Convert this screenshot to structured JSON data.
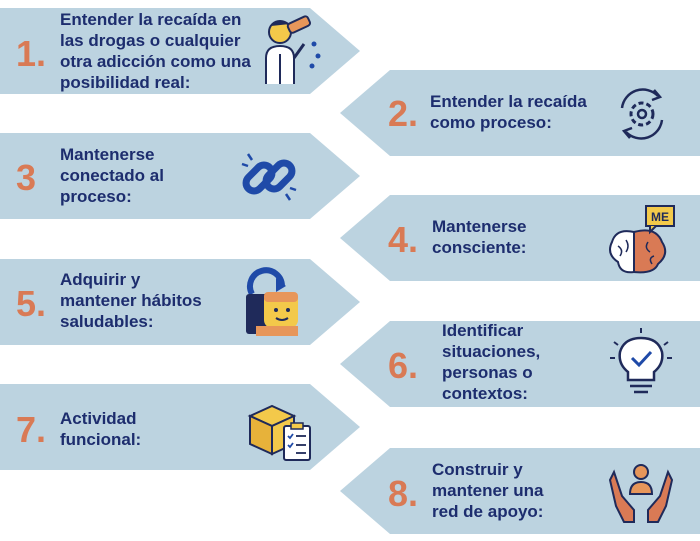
{
  "steps": [
    {
      "number": "1.",
      "lines": [
        "Entender la recaída en",
        "las drogas o cualquier",
        "otra adicción como una",
        "posibilidad real:"
      ]
    },
    {
      "number": "2.",
      "lines": [
        "Entender la recaída",
        "como proceso:"
      ]
    },
    {
      "number": "3",
      "lines": [
        "Mantenerse",
        "conectado al",
        "proceso:"
      ]
    },
    {
      "number": "4.",
      "lines": [
        "Mantenerse",
        "consciente:"
      ]
    },
    {
      "number": "5.",
      "lines": [
        "Adquirir y",
        "mantener hábitos",
        "saludables:"
      ]
    },
    {
      "number": "6.",
      "lines": [
        "Identificar",
        "situaciones,",
        "personas o",
        "contextos:"
      ]
    },
    {
      "number": "7.",
      "lines": [
        "Actividad",
        "funcional:"
      ]
    },
    {
      "number": "8.",
      "lines": [
        "Construir y",
        "mantener una",
        "red de apoyo:"
      ]
    }
  ],
  "brain_tag": "ME",
  "colors": {
    "band": "#bcd3e0",
    "number": "#d97a55",
    "text": "#1d2d6e",
    "icon_blue": "#1f4aa8",
    "icon_orange": "#e7965a",
    "icon_yellow": "#f3c94a"
  },
  "icons": [
    "person-drinking-icon",
    "gear-cycle-icon",
    "chain-link-icon",
    "brain-icon",
    "head-habits-icon",
    "lightbulb-check-icon",
    "box-clipboard-icon",
    "hands-support-icon"
  ]
}
